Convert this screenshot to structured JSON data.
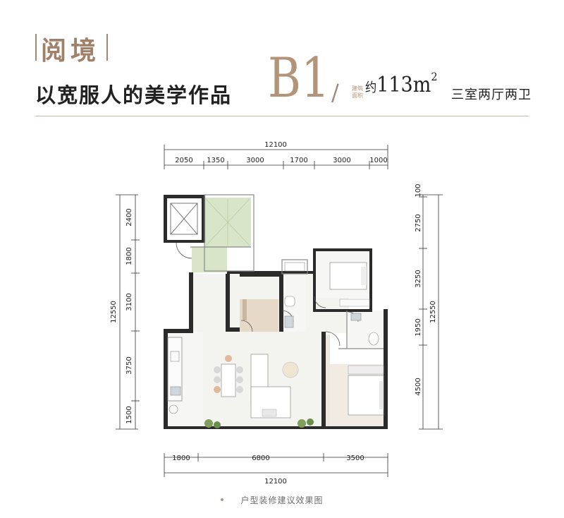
{
  "header": {
    "brand_name": "阅境",
    "slogan": "以宽服人的美学作品",
    "unit_code": "B1",
    "separator": "/",
    "area_label": "建筑面积",
    "area_prefix": "约",
    "area_value": "113m",
    "area_unit_sup": "2",
    "layout_name": "三室两厅两卫"
  },
  "dimensions": {
    "top_total": "12100",
    "top_segments": [
      "2050",
      "1350",
      "3000",
      "1700",
      "3000",
      "1000"
    ],
    "bottom_total": "12100",
    "bottom_segments": [
      "1800",
      "6800",
      "3500"
    ],
    "left_total": "12550",
    "left_segments": [
      "2400",
      "1800",
      "3100",
      "3750",
      "1500"
    ],
    "right_total": "12550",
    "right_segments": [
      "100",
      "2750",
      "3250",
      "1950",
      "4500"
    ]
  },
  "caption": "户型装修建议效果图",
  "colors": {
    "brand_brown": "#a08069",
    "accent_gold": "#b49479",
    "wall": "#2b2b2b",
    "balcony_green": "#d7e4c9",
    "floor_marble": "#f2f2ef",
    "wood_floor": "#e6d8c7"
  }
}
